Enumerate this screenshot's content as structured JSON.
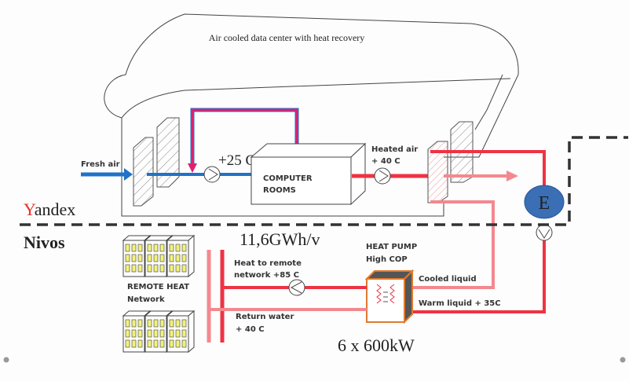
{
  "title": "Air cooled data center with heat recovery",
  "labels": {
    "fresh_air": "Fresh air",
    "temp_25": "+25 C",
    "computer_rooms_1": "COMPUTER",
    "computer_rooms_2": "ROOMS",
    "heated_air_1": "Heated air",
    "heated_air_2": "+ 40 C",
    "exchanger": "E",
    "yandex_y": "Y",
    "yandex_rest": "andex",
    "nivos": "Nivos",
    "energy": "11,6GWh/v",
    "heat_pump_1": "HEAT PUMP",
    "heat_pump_2": "High COP",
    "heat_remote_1": "Heat to remote",
    "heat_remote_2": "network +85 C",
    "remote_heat_1": "REMOTE HEAT",
    "remote_heat_2": "Network",
    "return_water_1": "Return water",
    "return_water_2": "+ 40 C",
    "cooled_liquid": "Cooled liquid",
    "warm_liquid": "Warm liquid + 35C",
    "capacity": "6 x 600kW"
  },
  "colors": {
    "cold_air": "#1e73c8",
    "hot": "#ee3344",
    "warm_pink": "#f4888f",
    "recirculation": "#e0206e",
    "exchanger": "#3a6fb5",
    "yandex_red": "#e8302a",
    "heat_pump_border": "#e07a2e"
  }
}
